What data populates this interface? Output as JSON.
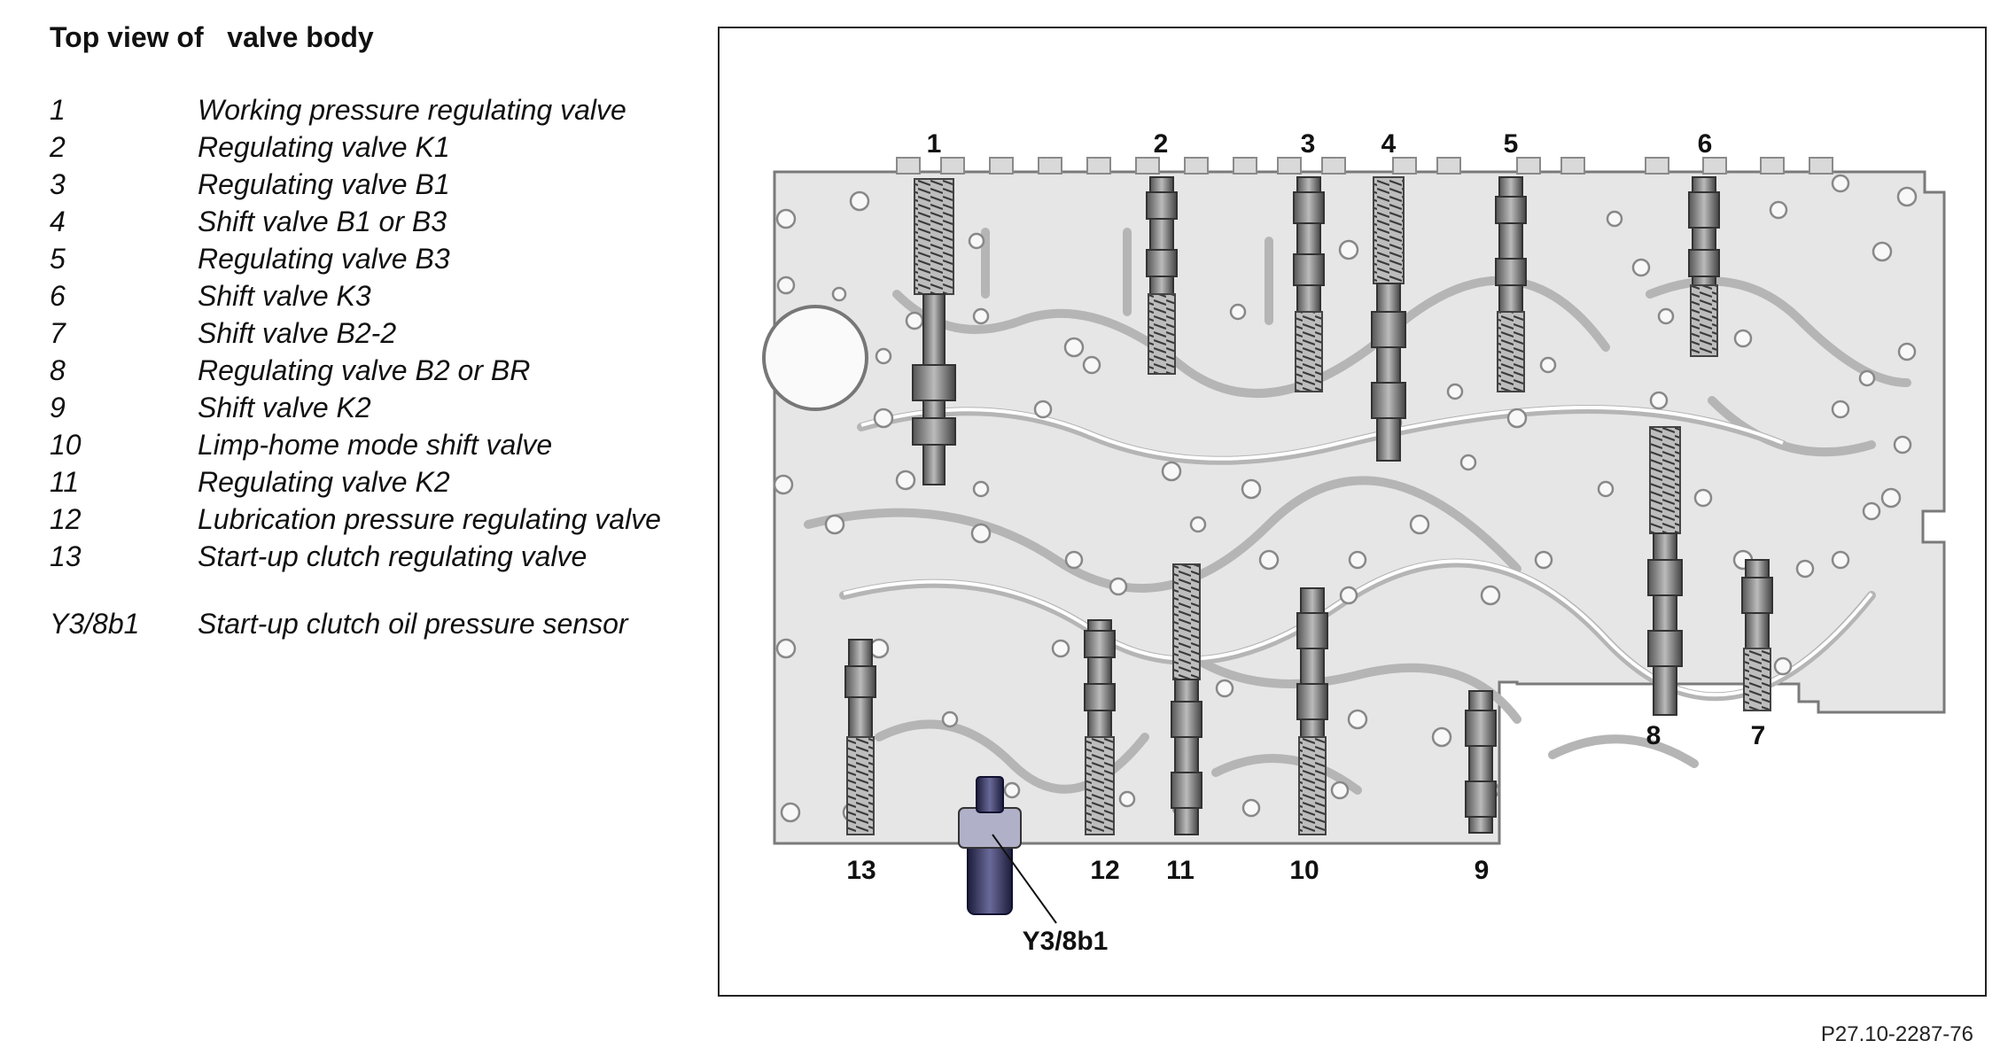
{
  "title": "Top view of   valve body",
  "legend": [
    {
      "num": "1",
      "desc": "Working pressure regulating valve"
    },
    {
      "num": "2",
      "desc": "Regulating valve K1"
    },
    {
      "num": "3",
      "desc": "Regulating valve B1"
    },
    {
      "num": "4",
      "desc": "Shift valve B1 or B3"
    },
    {
      "num": "5",
      "desc": "Regulating valve B3"
    },
    {
      "num": "6",
      "desc": "Shift valve K3"
    },
    {
      "num": "7",
      "desc": "Shift valve B2-2"
    },
    {
      "num": "8",
      "desc": "Regulating valve B2 or BR"
    },
    {
      "num": "9",
      "desc": "Shift valve K2"
    },
    {
      "num": "10",
      "desc": "Limp-home mode shift valve"
    },
    {
      "num": "11",
      "desc": "Regulating valve K2"
    },
    {
      "num": "12",
      "desc": "Lubrication pressure regulating valve"
    },
    {
      "num": "13",
      "desc": "Start-up clutch regulating valve"
    },
    {
      "num": "Y3/8b1",
      "desc": "Start-up clutch oil pressure sensor"
    }
  ],
  "callouts": {
    "c1": "1",
    "c2": "2",
    "c3": "3",
    "c4": "4",
    "c5": "5",
    "c6": "6",
    "c7": "7",
    "c8": "8",
    "c9": "9",
    "c10": "10",
    "c11": "11",
    "c12": "12",
    "c13": "13",
    "sensor": "Y3/8b1"
  },
  "reference": "P27.10-2287-76"
}
